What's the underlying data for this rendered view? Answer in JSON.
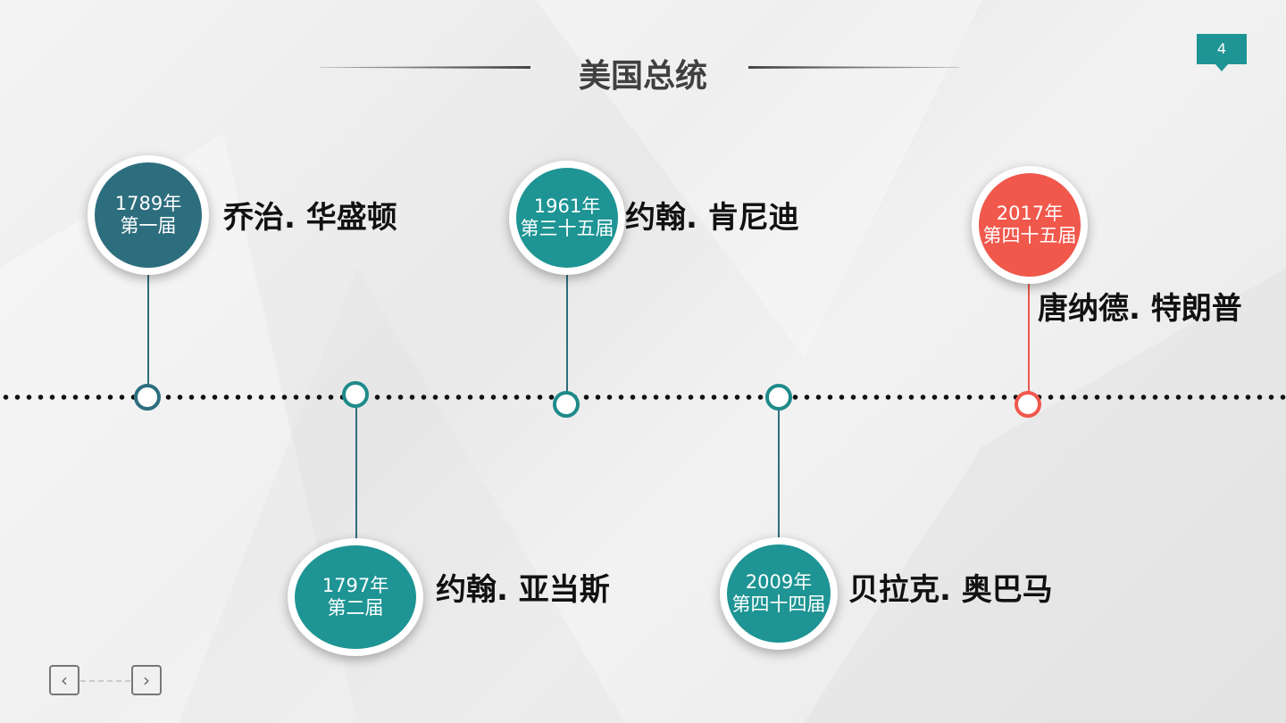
{
  "title": "美国总统",
  "page_number": "4",
  "colors": {
    "teal_dark": "#2d6e7e",
    "teal": "#1e9494",
    "red": "#f0584c"
  },
  "presidents": [
    {
      "year": "1789年",
      "term": "第一届",
      "name": "乔治. 华盛顿"
    },
    {
      "year": "1797年",
      "term": "第二届",
      "name": "约翰. 亚当斯"
    },
    {
      "year": "1961年",
      "term": "第三十五届",
      "name": "约翰. 肯尼迪"
    },
    {
      "year": "2009年",
      "term": "第四十四届",
      "name": "贝拉克. 奥巴马"
    },
    {
      "year": "2017年",
      "term": "第四十五届",
      "name": "唐纳德. 特朗普"
    }
  ],
  "nav": {
    "prev": "‹",
    "next": "›"
  }
}
